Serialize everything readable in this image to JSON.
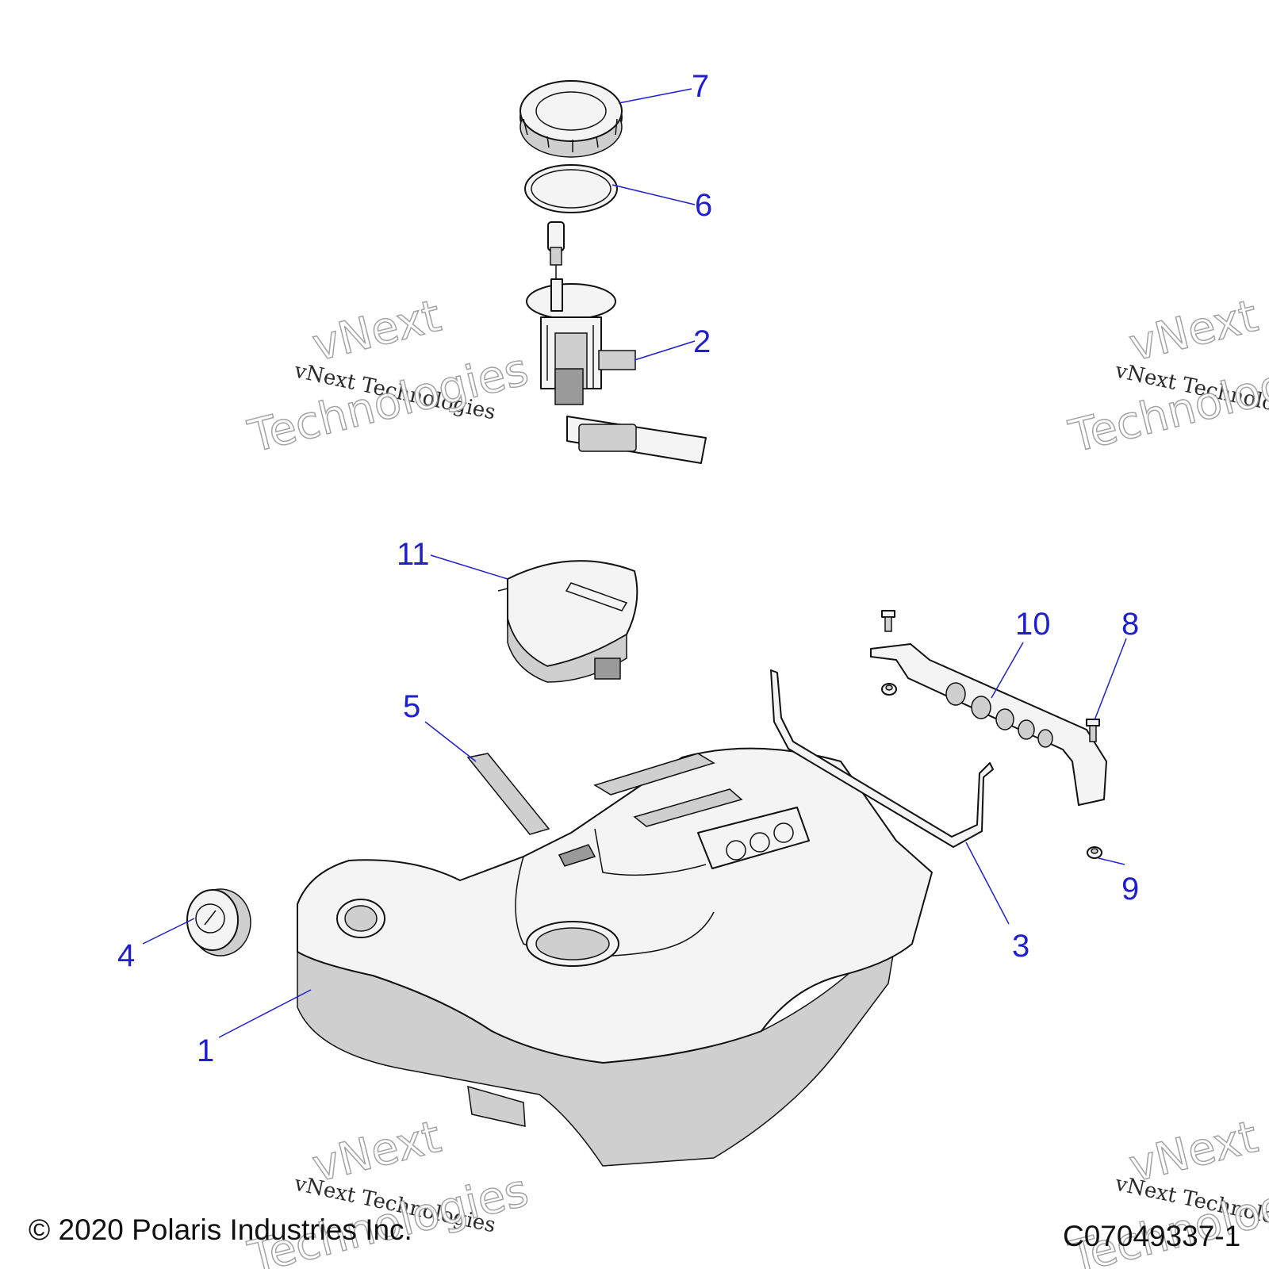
{
  "callouts": {
    "c1": "1",
    "c2": "2",
    "c3": "3",
    "c4": "4",
    "c5": "5",
    "c6": "6",
    "c7": "7",
    "c8": "8",
    "c9": "9",
    "c10": "10",
    "c11": "11"
  },
  "watermark": {
    "line_small": "vNext Technologies",
    "line_big_1": "vNext",
    "line_big_2": "Technologies"
  },
  "footer": {
    "copyright": "© 2020 Polaris Industries Inc.",
    "diagram_code": "C07049337-1"
  },
  "colors": {
    "callout": "#1f1fd0",
    "line_art": "#111111"
  }
}
